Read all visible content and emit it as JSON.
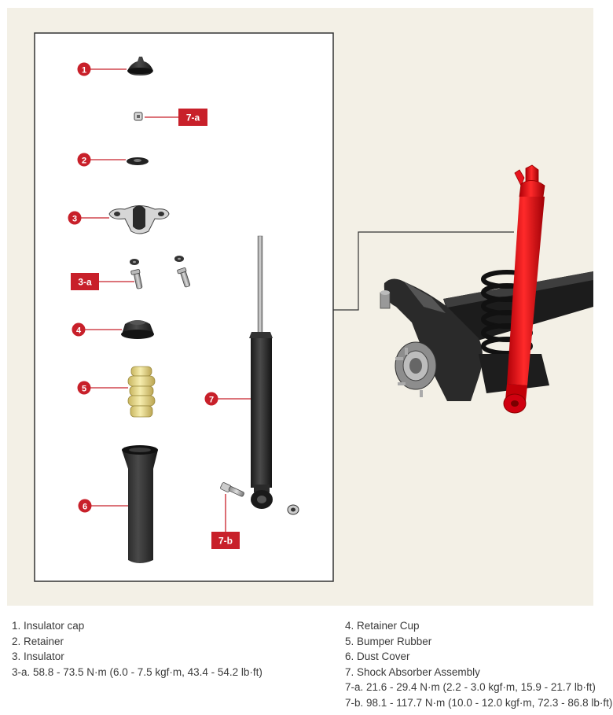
{
  "callouts": {
    "c1": "1",
    "c7a": "7-a",
    "c2": "2",
    "c3": "3",
    "c3a": "3-a",
    "c4": "4",
    "c5": "5",
    "c7": "7",
    "c6": "6",
    "c7b": "7-b"
  },
  "colors": {
    "callout_red": "#c8202a",
    "highlight_red": "#e8141e",
    "panel_bg": "#f3f0e6"
  },
  "legend": {
    "left": [
      "1. Insulator cap",
      "2. Retainer",
      "3. Insulator",
      "3-a. 58.8 - 73.5 N·m (6.0 - 7.5 kgf·m, 43.4 - 54.2 lb·ft)"
    ],
    "right": [
      "4. Retainer Cup",
      "5. Bumper Rubber",
      "6. Dust Cover",
      "7. Shock Absorber Assembly",
      "7-a. 21.6 - 29.4 N·m (2.2 - 3.0 kgf·m, 15.9 - 21.7 lb·ft)",
      "7-b. 98.1 - 117.7 N·m (10.0 - 12.0 kgf·m, 72.3 - 86.8 lb·ft)"
    ]
  }
}
